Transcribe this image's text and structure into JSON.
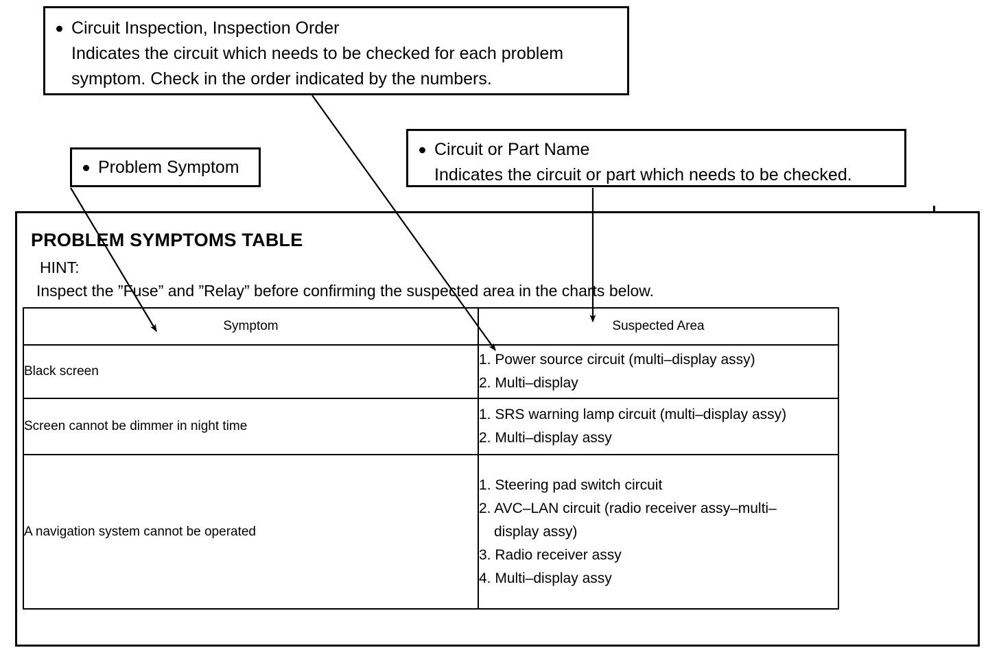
{
  "callouts": [
    {
      "id": "inspection-order",
      "heading": "Circuit Inspection, Inspection Order",
      "line2": "Indicates the circuit which needs to be checked for each problem",
      "line3": "symptom. Check in the order indicated by the numbers."
    },
    {
      "id": "problem-symptom",
      "heading": "Problem Symptom"
    },
    {
      "id": "circuit-part-name",
      "heading": "Circuit or Part Name",
      "line2": "Indicates the circuit or part which needs to be checked."
    }
  ],
  "section": {
    "title": "PROBLEM SYMPTOMS TABLE",
    "hint_label": "HINT:",
    "hint_text": "Inspect the ”Fuse” and ”Relay” before confirming the suspected area in the charts below."
  },
  "table": {
    "headers": {
      "symptom": "Symptom",
      "suspected_area": "Suspected Area"
    },
    "rows": [
      {
        "symptom": "Black screen",
        "suspected_area": [
          {
            "text": "1. Power source circuit (multi–display assy)",
            "wrapped": false
          },
          {
            "text": "2. Multi–display",
            "wrapped": false
          }
        ]
      },
      {
        "symptom": "Screen cannot be dimmer in night time",
        "suspected_area": [
          {
            "text": "1. SRS warning lamp circuit (multi–display assy)",
            "wrapped": false
          },
          {
            "text": "2. Multi–display assy",
            "wrapped": false
          }
        ]
      },
      {
        "symptom": "A navigation system cannot be operated",
        "suspected_area": [
          {
            "text": "1. Steering pad switch circuit",
            "wrapped": false
          },
          {
            "text": "2. AVC–LAN circuit (radio receiver assy–multi–",
            "wrapped": false
          },
          {
            "text": "display assy)",
            "wrapped": true
          },
          {
            "text": "3. Radio receiver assy",
            "wrapped": false
          },
          {
            "text": "4. Multi–display assy",
            "wrapped": false
          }
        ]
      }
    ]
  },
  "colors": {
    "ink": "#000000",
    "paper": "#ffffff"
  }
}
